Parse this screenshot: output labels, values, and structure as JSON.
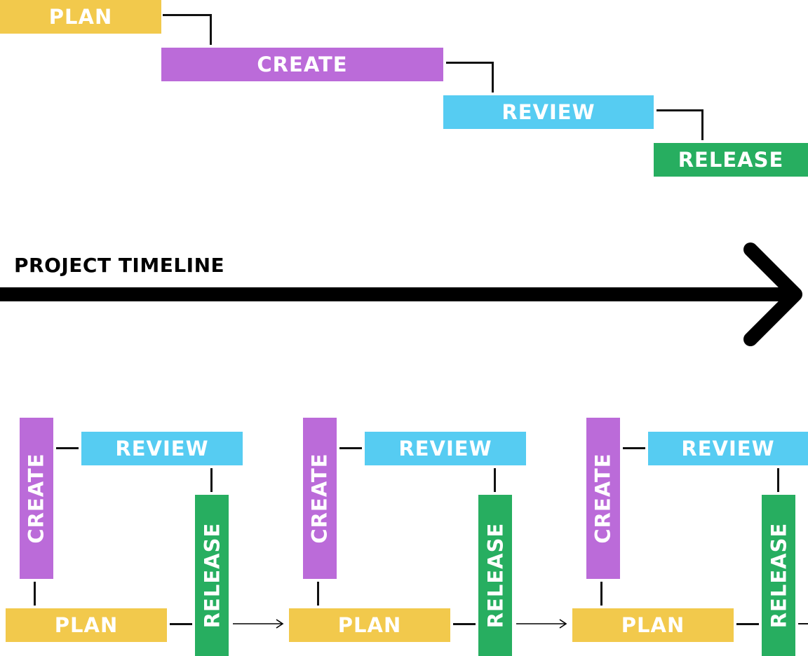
{
  "waterfall": {
    "plan": "PLAN",
    "create": "CREATE",
    "review": "REVIEW",
    "release": "RELEASE"
  },
  "timeline": {
    "label": "PROJECT TIMELINE"
  },
  "cycles": [
    {
      "create": "CREATE",
      "review": "REVIEW",
      "release": "RELEASE",
      "plan": "PLAN"
    },
    {
      "create": "CREATE",
      "review": "REVIEW",
      "release": "RELEASE",
      "plan": "PLAN"
    },
    {
      "create": "CREATE",
      "review": "REVIEW",
      "release": "RELEASE",
      "plan": "PLAN"
    }
  ],
  "colors": {
    "plan": "#f2c94c",
    "create": "#bb6bd9",
    "review": "#56ccf2",
    "release": "#27ae60"
  }
}
